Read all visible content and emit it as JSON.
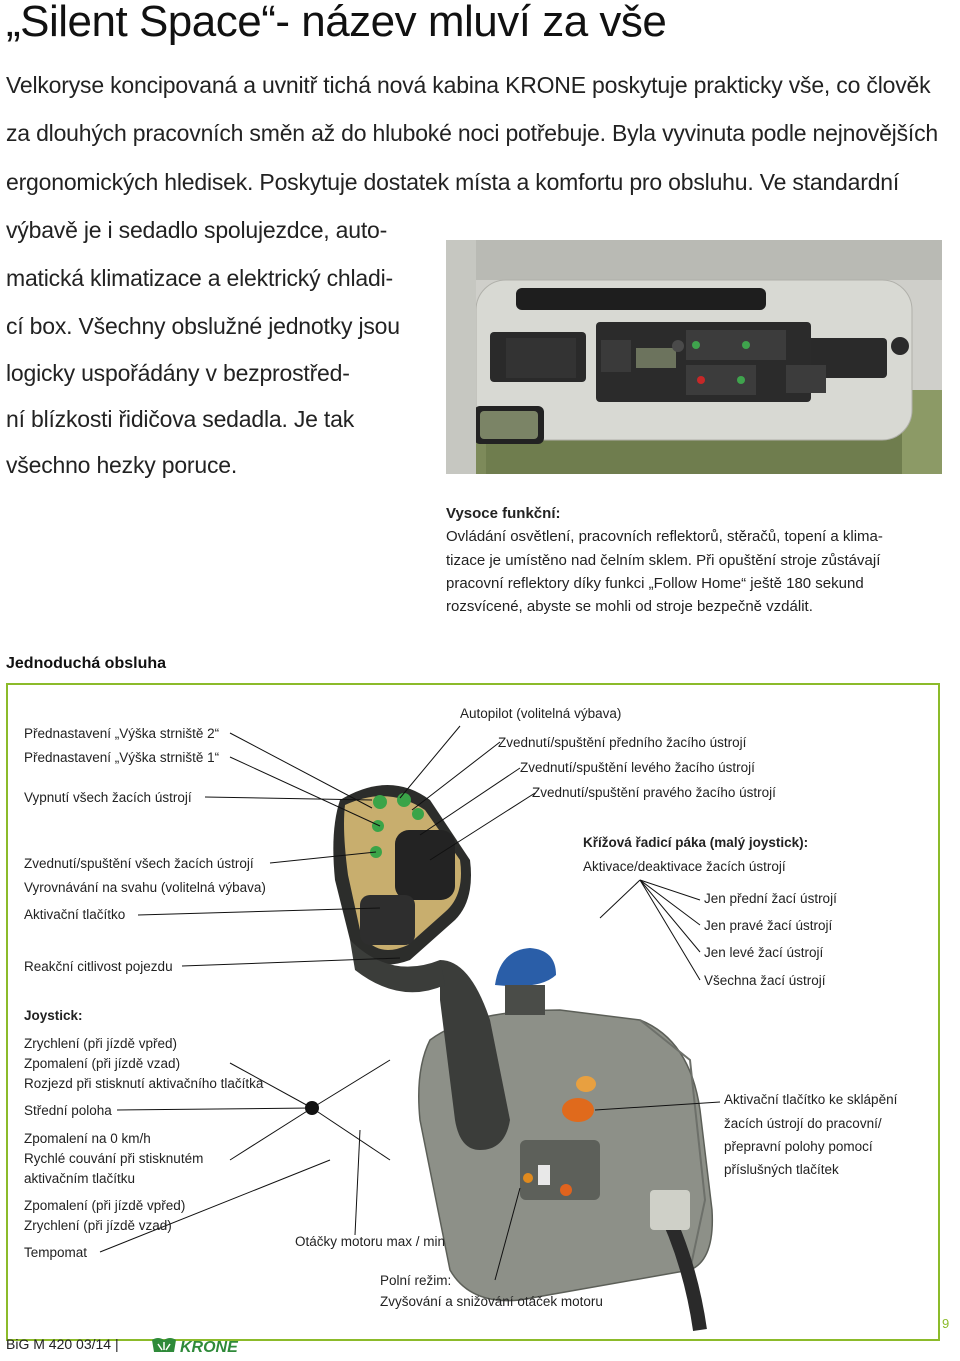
{
  "title": "„Silent Space“- název mluví za vše",
  "intro": [
    "Velkoryse koncipovaná a uvnitř tichá nová kabina KRONE poskytuje prakticky vše, co člověk",
    "za dlouhých pracovních směn až do hluboké noci potřebuje. Byla vyvinuta podle nejnovějších",
    "ergonomických hledisek. Poskytuje dostatek místa a komfortu pro obsluhu. Ve standardní",
    "výbavě je i sedadlo spolujezdce, auto-",
    "matická klimatizace a elektrický chladi-",
    "cí box. Všechny obslužné jednotky jsou",
    "logicky uspořádány v bezprostřed-",
    "ní blízkosti řidičova sedadla. Je tak",
    "všechno hezky poruce."
  ],
  "caption": {
    "heading": "Vysoce funkční:",
    "lines": [
      "Ovládání osvětlení, pracovních reflektorů, stěračů, topení a klima-",
      "tizace je umístěno nad čelním sklem. Při opuštění stroje zůstávají",
      "pracovní reflektory díky funkci „Follow Home“ ještě 180 sekund",
      "rozsvícené, abyste se mohli od stroje bezpečně vzdálit."
    ]
  },
  "section_heading": "Jednoduchá obsluha",
  "labels": {
    "preset2": "Přednastavení „Výška strniště 2“",
    "preset1": "Přednastavení „Výška strniště 1“",
    "vypnuti": "Vypnutí všech žacích ústrojí",
    "autopilot": "Autopilot (volitelná výbava)",
    "predni": "Zvednutí/spuštění předního žacího ústrojí",
    "leve": "Zvednutí/spuštění levého žacího ústrojí",
    "prave": "Zvednutí/spuštění pravého žacího ústrojí",
    "vsech": "Zvednutí/spuštění všech žacích ústrojí",
    "svah": "Vyrovnávání na svahu (volitelná výbava)",
    "aktivacni": "Aktivační tlačítko",
    "reakcni": "Reakční citlivost pojezdu",
    "krizova_head": "Křížová řadicí páka (malý joystick):",
    "krizova_sub": "Aktivace/deaktivace žacích ústrojí",
    "jen_predni": "Jen přední žací ústrojí",
    "jen_prave": "Jen pravé žací ústrojí",
    "jen_leve": "Jen levé žací ústrojí",
    "vsechna": "Všechna žací ústrojí",
    "joystick_head": "Joystick:",
    "zrychleni_vpred": "Zrychlení (při jízdě vpřed)",
    "zpomaleni_vzad": "Zpomalení (při jízdě vzad)",
    "rozjezd": "Rozjezd při stisknutí aktivačního tlačítka",
    "stredni": "Střední poloha",
    "zpomaleni_0": "Zpomalení na 0 km/h",
    "rychle_couvani": "Rychlé couvání při stisknutém",
    "aktivacnim": "aktivačním tlačítku",
    "zpomaleni_vpred": "Zpomalení (při jízdě vpřed)",
    "zrychleni_vzad": "Zrychlení (při jízdě vzad)",
    "tempomat": "Tempomat",
    "otacky": "Otáčky motoru max / min",
    "polni": "Polní režim:",
    "zvysovani": "Zvyšování a snižování otáček motoru",
    "sklapeni1": "Aktivační tlačítko ke sklápění",
    "sklapeni2": "žacích ústrojí do pracovní/",
    "sklapeni3": "přepravní polohy pomocí",
    "sklapeni4": "příslušných tlačítek"
  },
  "footer": {
    "model": "BiG M 420  03/14 |",
    "logo_text": "KRONE",
    "page": "9"
  },
  "colors": {
    "accent_green": "#8cbb2a",
    "krone_green": "#2f8a3a"
  }
}
